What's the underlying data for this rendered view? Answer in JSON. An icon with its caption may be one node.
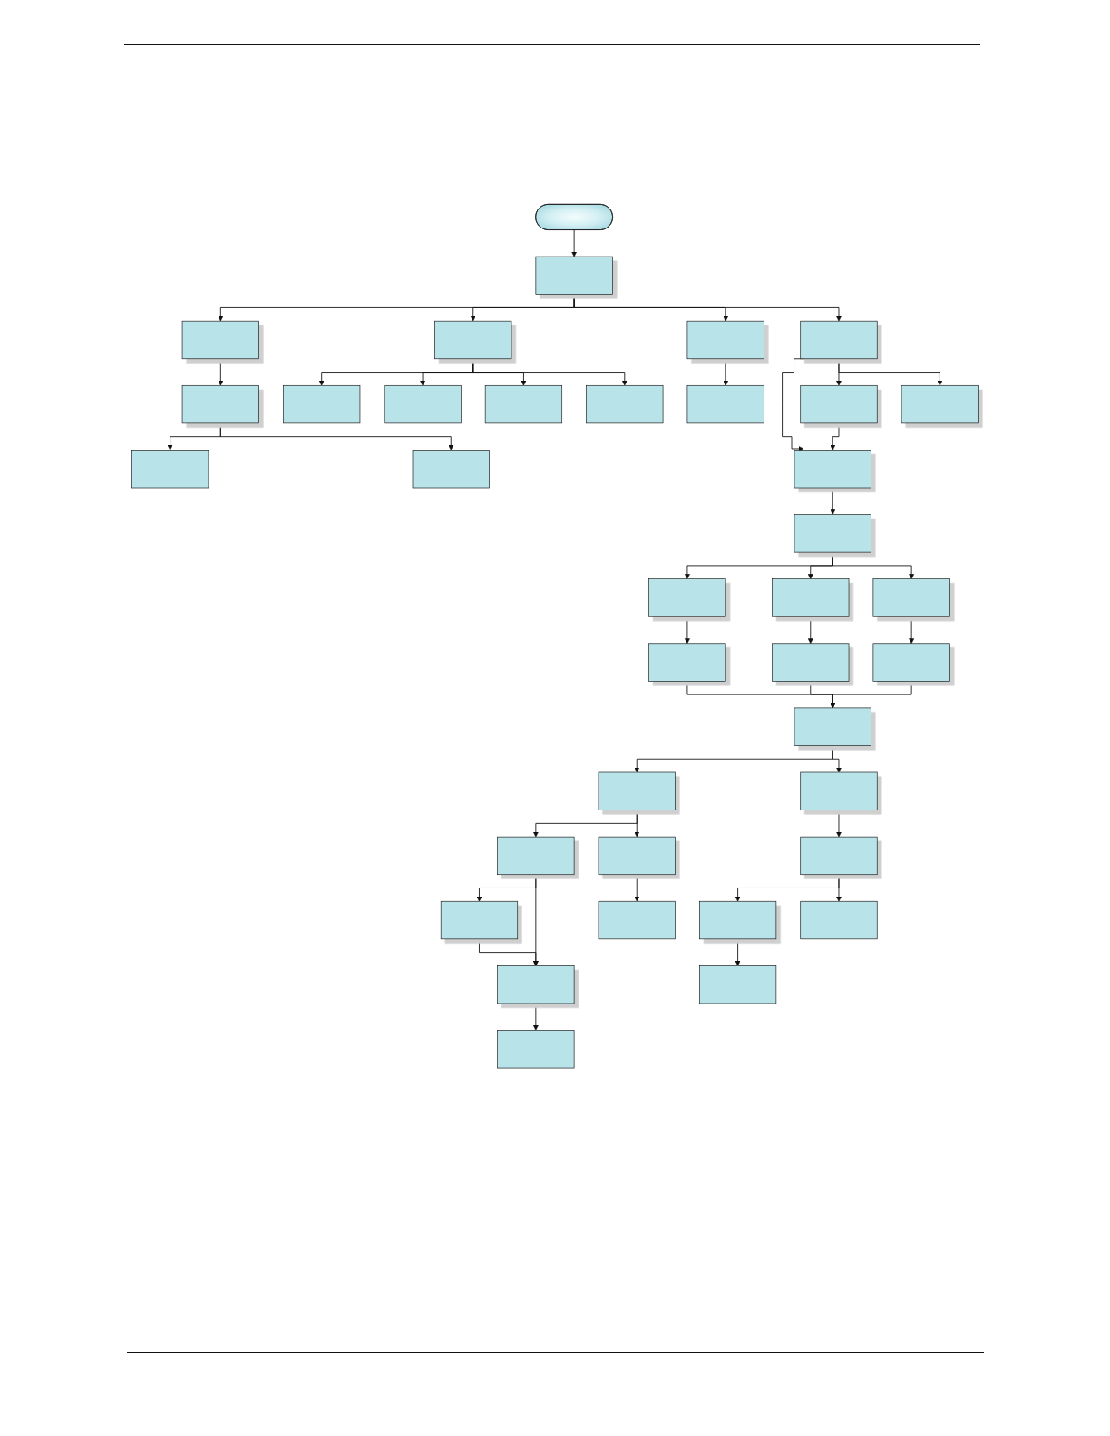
{
  "diagram": {
    "nodes": [
      {
        "text": [],
        "shape": "pill"
      },
      {
        "text": [],
        "shape": "box"
      },
      {
        "text": [],
        "shape": "box"
      },
      {
        "text": [],
        "shape": "box"
      },
      {
        "text": [],
        "shape": "box"
      },
      {
        "text": [],
        "shape": "box"
      },
      {
        "text": [],
        "shape": "box"
      },
      {
        "text": [],
        "shape": "box"
      },
      {
        "text": [],
        "shape": "box"
      },
      {
        "text": [],
        "shape": "box"
      },
      {
        "text": [],
        "shape": "box"
      },
      {
        "text": [],
        "shape": "box"
      },
      {
        "text": [],
        "shape": "box"
      },
      {
        "text": [],
        "shape": "box"
      },
      {
        "text": [],
        "shape": "box"
      },
      {
        "text": [],
        "shape": "box"
      },
      {
        "text": [],
        "shape": "box"
      },
      {
        "text": [],
        "shape": "box"
      },
      {
        "text": [],
        "shape": "box"
      },
      {
        "text": [],
        "shape": "box"
      },
      {
        "text": [],
        "shape": "box"
      },
      {
        "text": [],
        "shape": "box"
      },
      {
        "text": [],
        "shape": "box"
      },
      {
        "text": [],
        "shape": "box"
      },
      {
        "text": [],
        "shape": "box"
      },
      {
        "text": [],
        "shape": "box"
      },
      {
        "text": [],
        "shape": "box"
      },
      {
        "text": [],
        "shape": "box"
      },
      {
        "text": [],
        "shape": "box"
      },
      {
        "text": [],
        "shape": "box"
      },
      {
        "text": [],
        "shape": "box"
      },
      {
        "text": [],
        "shape": "box"
      },
      {
        "text": [],
        "shape": "box"
      },
      {
        "text": [],
        "shape": "box"
      },
      {
        "text": [],
        "shape": "box"
      },
      {
        "text": [],
        "shape": "box"
      },
      {
        "text": [],
        "shape": "box"
      }
    ],
    "edges": [
      {
        "from": 0,
        "to": 1,
        "arrow": "to"
      },
      {
        "from": 1,
        "to": 2,
        "arrow": "to"
      },
      {
        "from": 2,
        "to": 6,
        "arrow": "to"
      },
      {
        "from": 6,
        "to": 12,
        "arrow": "to"
      },
      {
        "from": 6,
        "to": 13,
        "arrow": "to"
      },
      {
        "from": 1,
        "to": 3,
        "arrow": "to"
      },
      {
        "from": 3,
        "to": 7,
        "arrow": "to"
      },
      {
        "from": 3,
        "to": 8,
        "arrow": "to"
      },
      {
        "from": 3,
        "to": 10,
        "arrow": "to"
      },
      {
        "from": 3,
        "to": 11,
        "arrow": "to"
      },
      {
        "from": 1,
        "to": 4,
        "arrow": "to"
      },
      {
        "from": 4,
        "to": 9,
        "arrow": "to"
      },
      {
        "from": 1,
        "to": 5,
        "arrow": "to"
      },
      {
        "from": 5,
        "to": 14,
        "arrow": "to"
      },
      {
        "from": 5,
        "to": 15,
        "arrow": "to"
      },
      {
        "from": 5,
        "to": 16,
        "arrow": "to"
      },
      {
        "from": 15,
        "to": 14,
        "arrow": "to"
      },
      {
        "from": 14,
        "to": 17,
        "arrow": "to"
      },
      {
        "from": 17,
        "to": 18,
        "arrow": "to"
      },
      {
        "from": 17,
        "to": 19,
        "arrow": "to"
      },
      {
        "from": 17,
        "to": 20,
        "arrow": "to"
      },
      {
        "from": 18,
        "to": 21,
        "arrow": "to"
      },
      {
        "from": 19,
        "to": 22,
        "arrow": "to"
      },
      {
        "from": 20,
        "to": 23,
        "arrow": "to"
      },
      {
        "from": 21,
        "to": 24,
        "arrow": "to"
      },
      {
        "from": 22,
        "to": 24,
        "arrow": "to"
      },
      {
        "from": 23,
        "to": 24,
        "arrow": "to"
      },
      {
        "from": 24,
        "to": 25,
        "arrow": "to"
      },
      {
        "from": 24,
        "to": 26,
        "arrow": "to"
      },
      {
        "from": 25,
        "to": 28,
        "arrow": "to"
      },
      {
        "from": 25,
        "to": 29,
        "arrow": "to"
      },
      {
        "from": 28,
        "to": 27,
        "arrow": "to"
      },
      {
        "from": 28,
        "to": 31,
        "arrow": "to"
      },
      {
        "from": 27,
        "to": 31,
        "arrow": "to"
      },
      {
        "from": 31,
        "to": 35,
        "arrow": "to"
      },
      {
        "from": 29,
        "to": 32,
        "arrow": "to"
      },
      {
        "from": 26,
        "to": 30,
        "arrow": "to"
      },
      {
        "from": 30,
        "to": 33,
        "arrow": "to"
      },
      {
        "from": 30,
        "to": 34,
        "arrow": "to"
      },
      {
        "from": 33,
        "to": 36,
        "arrow": "to"
      }
    ]
  }
}
